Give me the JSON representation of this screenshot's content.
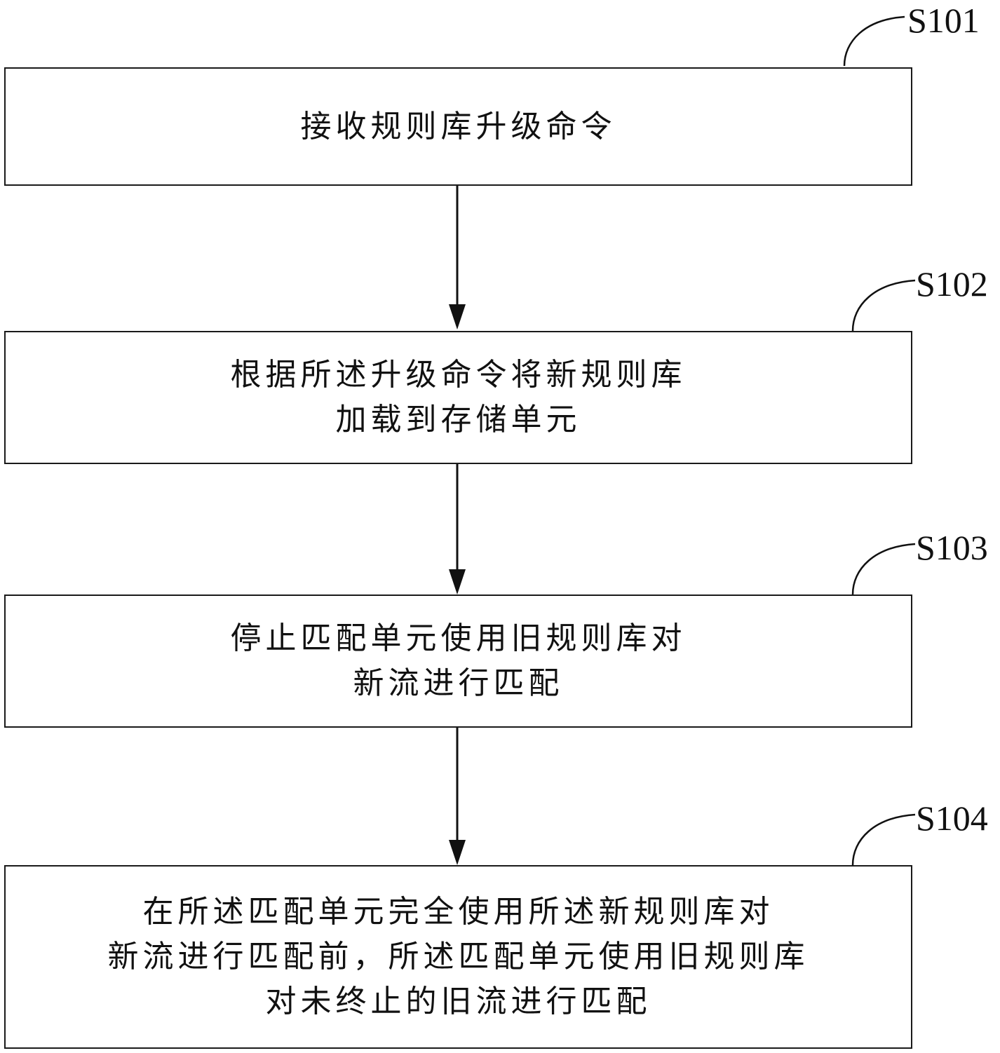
{
  "steps": [
    {
      "id": "S101",
      "lines": [
        "接收规则库升级命令"
      ]
    },
    {
      "id": "S102",
      "lines": [
        "根据所述升级命令将新规则库",
        "加载到存储单元"
      ]
    },
    {
      "id": "S103",
      "lines": [
        "停止匹配单元使用旧规则库对",
        "新流进行匹配"
      ]
    },
    {
      "id": "S104",
      "lines": [
        "在所述匹配单元完全使用所述新规则库对",
        "新流进行匹配前，所述匹配单元使用旧规则库",
        "对未终止的旧流进行匹配"
      ]
    }
  ]
}
